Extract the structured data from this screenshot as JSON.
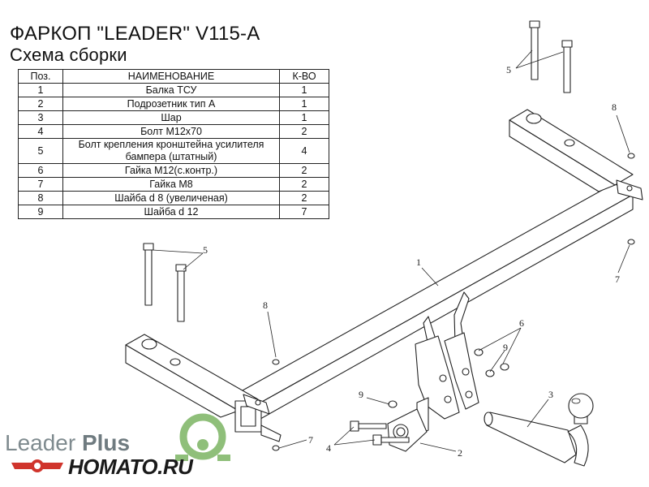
{
  "title": "ФАРКОП \"LEADER\"  V115-A",
  "subtitle": "Схема сборки",
  "table": {
    "headers": [
      "Поз.",
      "НАИМЕНОВАНИЕ",
      "К-ВО"
    ],
    "rows": [
      [
        "1",
        "Балка ТСУ",
        "1"
      ],
      [
        "2",
        "Подрозетник тип А",
        "1"
      ],
      [
        "3",
        "Шар",
        "1"
      ],
      [
        "4",
        "Болт М12х70",
        "2"
      ],
      [
        "5",
        "Болт крепления кронштейна усилителя бампера (штатный)",
        "4"
      ],
      [
        "6",
        "Гайка М12(с.контр.)",
        "2"
      ],
      [
        "7",
        "Гайка  М8",
        "2"
      ],
      [
        "8",
        "Шайба d 8 (увеличеная)",
        "2"
      ],
      [
        "9",
        "Шайба d 12",
        "7"
      ]
    ]
  },
  "callouts": [
    "1",
    "2",
    "3",
    "4",
    "5",
    "5",
    "6",
    "7",
    "7",
    "8",
    "8",
    "9",
    "9"
  ],
  "logos": {
    "leader_plain": "Leader ",
    "leader_bold": "Plus",
    "site": "HOMATO.RU"
  },
  "colors": {
    "line": "#222222",
    "logo_gray": "#7f8b8f",
    "logo_green": "#8fbf7a",
    "logo_red": "#d0342c"
  }
}
